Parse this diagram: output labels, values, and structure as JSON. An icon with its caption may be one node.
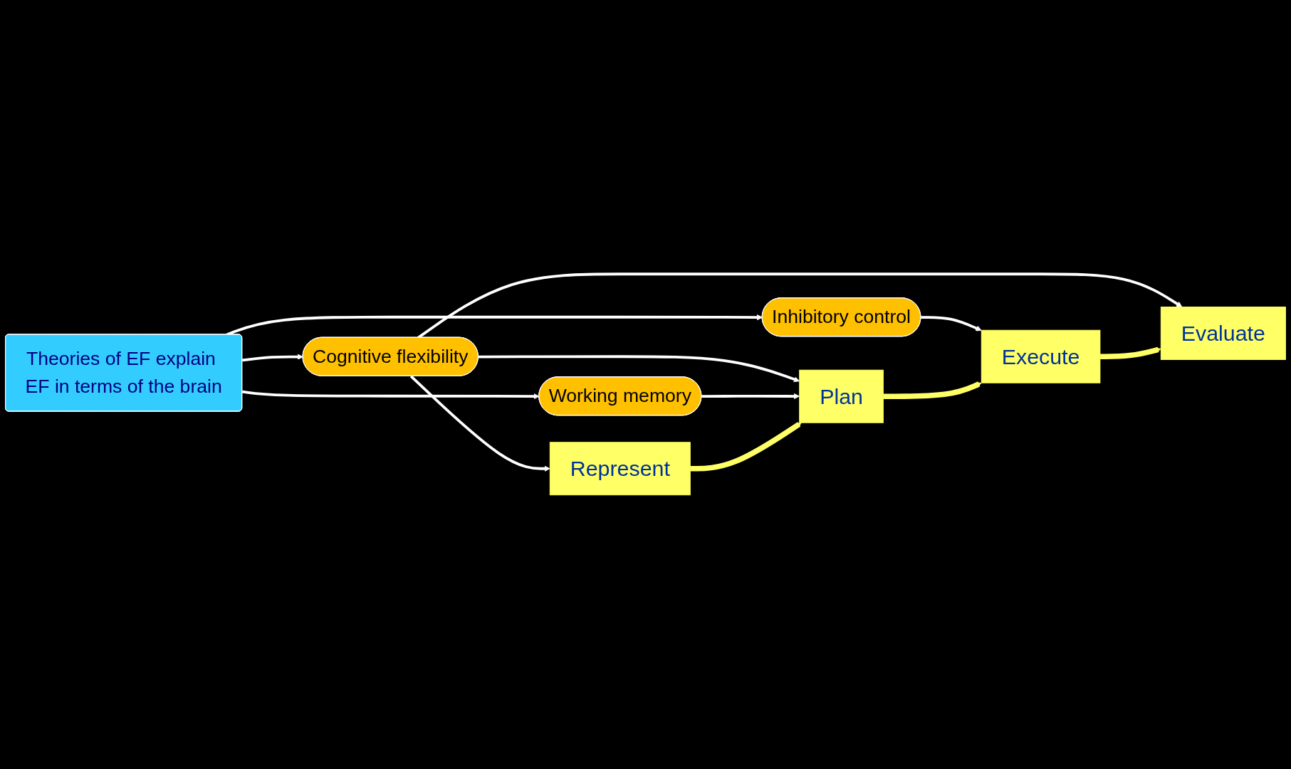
{
  "diagram": {
    "nodes": [
      {
        "text": [
          "Theories of EF explain EF in terms of the brain"
        ]
      },
      {
        "text": [
          "Cognitive flexibility"
        ]
      },
      {
        "text": [
          "Working memory"
        ]
      },
      {
        "text": [
          "Inhibitory control"
        ]
      },
      {
        "text": [
          "Represent"
        ]
      },
      {
        "text": [
          "Plan"
        ]
      },
      {
        "text": [
          "Execute"
        ]
      },
      {
        "text": [
          "Evaluate"
        ]
      }
    ],
    "edges": [
      {
        "from": 0,
        "to": 1,
        "arrow": "to"
      },
      {
        "from": 0,
        "to": 2,
        "arrow": "to"
      },
      {
        "from": 0,
        "to": 3,
        "arrow": "to"
      },
      {
        "from": 1,
        "to": 4,
        "arrow": "to"
      },
      {
        "from": 1,
        "to": 5,
        "arrow": "to"
      },
      {
        "from": 1,
        "to": 7,
        "arrow": "to"
      },
      {
        "from": 2,
        "to": 5,
        "arrow": "to"
      },
      {
        "from": 3,
        "to": 6,
        "arrow": "to"
      },
      {
        "from": 4,
        "to": 5,
        "arrow": "to",
        "style": "thick",
        "color": "#ffff66"
      },
      {
        "from": 5,
        "to": 6,
        "arrow": "to",
        "style": "thick",
        "color": "#ffff66"
      },
      {
        "from": 6,
        "to": 7,
        "arrow": "to",
        "style": "thick",
        "color": "#ffff66"
      }
    ]
  }
}
